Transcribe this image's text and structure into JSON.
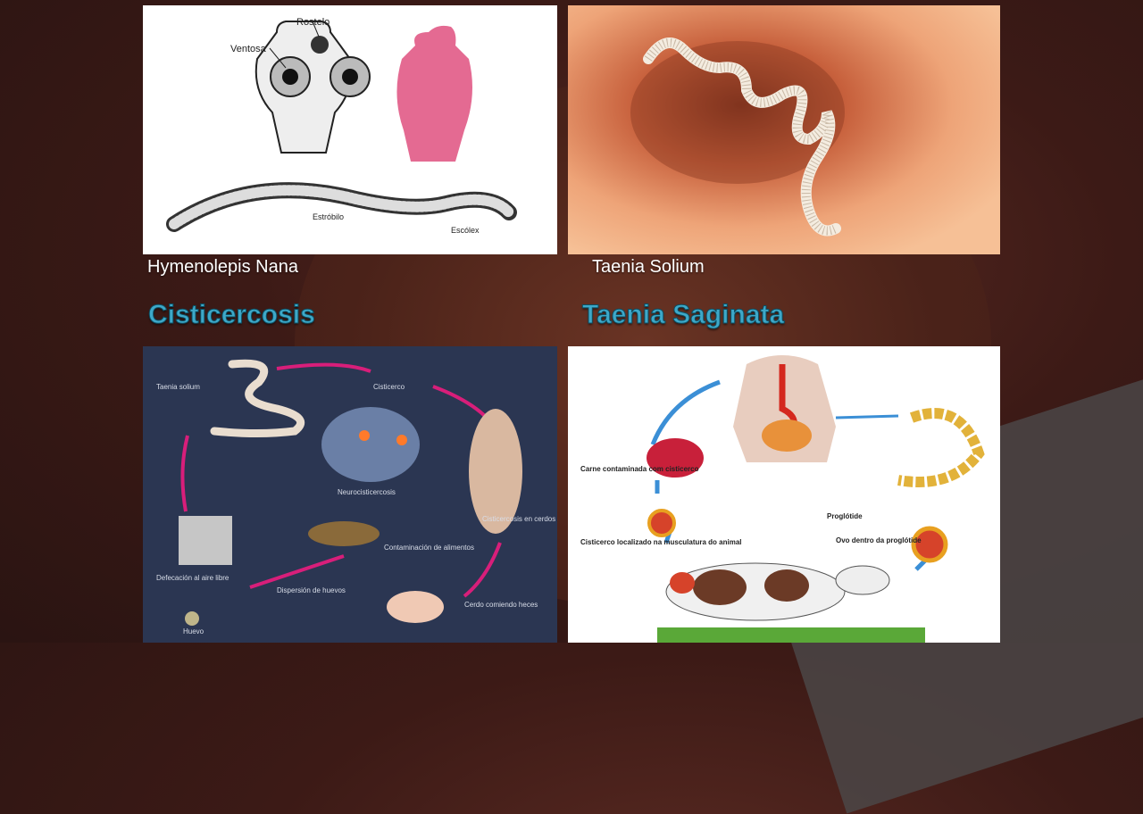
{
  "slide": {
    "captions": {
      "left": "Hymenolepis Nana",
      "right": "Taenia Solium"
    },
    "headings": {
      "left": "Cisticercosis",
      "right": "Taenia Saginata"
    }
  },
  "diagram_hn": {
    "labels": [
      "Rostelo",
      "Ventosa",
      "Estróbilo",
      "Escólex"
    ]
  },
  "diagram_cc": {
    "labels": [
      "Taenia solium",
      "Cisticerco",
      "Neurocisticercosis",
      "Cisticercosis en cerdos",
      "Contaminación de alimentos",
      "Defecación al aire libre",
      "Dispersión de huevos",
      "Cerdo comiendo heces",
      "Huevo"
    ]
  },
  "diagram_sg": {
    "labels": [
      "Carne contaminada com cisticerco",
      "Proglótide",
      "Ovo dentro da proglótide",
      "Cisticerco localizado na musculatura do animal"
    ]
  },
  "colors": {
    "heading": "#3ea8c8",
    "arrow_pink": "#d81e7a",
    "arrow_blue": "#3b8fd6"
  }
}
